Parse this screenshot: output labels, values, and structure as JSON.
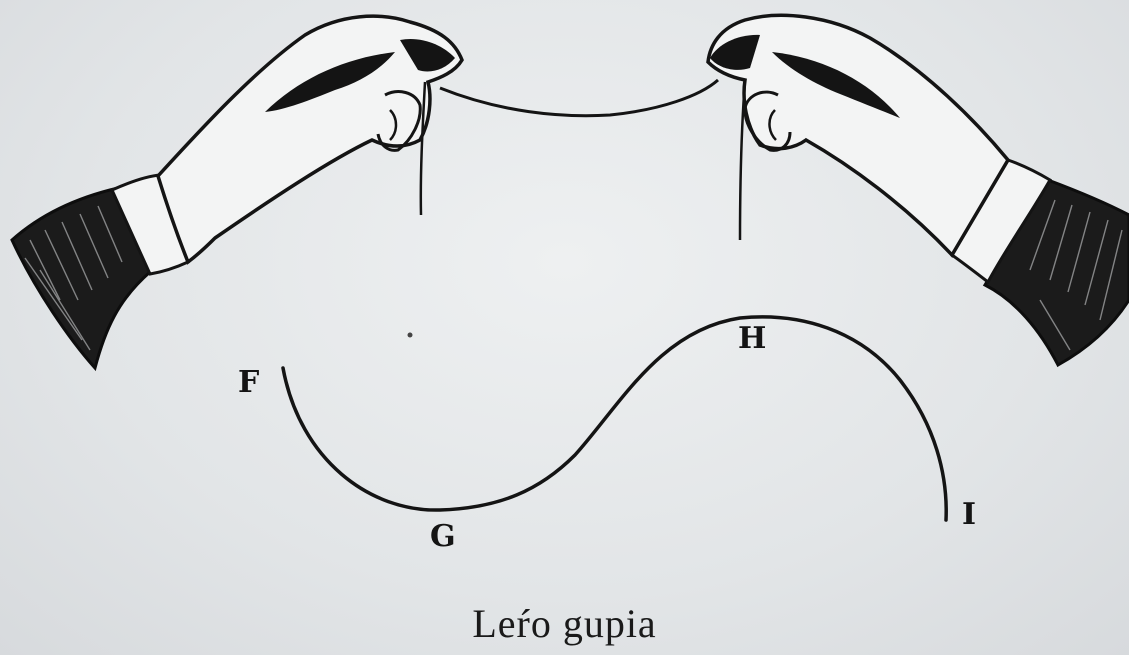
{
  "labels": {
    "f": "F",
    "g": "G",
    "h": "H",
    "i": "I"
  },
  "caption": "Leŕo gupia",
  "colors": {
    "ink": "#141414",
    "paper": "#e3e6e8",
    "skin": "#f3f4f4"
  }
}
